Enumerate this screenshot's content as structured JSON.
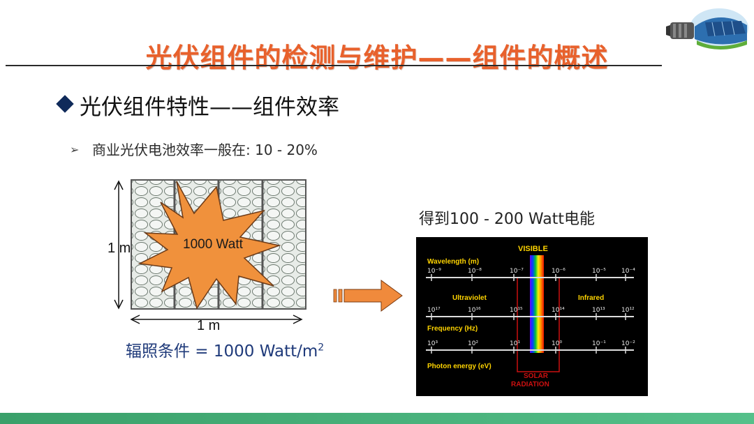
{
  "title": "光伏组件的检测与维护——组件的概述",
  "section_heading": "光伏组件特性——组件效率",
  "bullet_text": "商业光伏电池效率一般在: 10 - 20%",
  "panel": {
    "height_label": "1 m",
    "width_label": "1 m",
    "burst_label": "1000 Watt"
  },
  "irradiance": {
    "label": "辐照条件 = 1000 Watt/m",
    "superscript": "2"
  },
  "output_caption": "得到100 - 200 Watt电能",
  "spectrum": {
    "visible_label": "VISIBLE",
    "wavelength_label": "Wavelength (m)",
    "wavelength_ticks": [
      "10⁻⁹",
      "10⁻⁸",
      "10⁻⁷",
      "10⁻⁶",
      "10⁻⁵",
      "10⁻⁴"
    ],
    "ultraviolet_label": "Ultraviolet",
    "infrared_label": "Infrared",
    "frequency_label": "Frequency (Hz)",
    "frequency_ticks": [
      "10¹⁷",
      "10¹⁶",
      "10¹⁵",
      "10¹⁴",
      "10¹³",
      "10¹²"
    ],
    "photon_label": "Photon energy (eV)",
    "photon_ticks": [
      "10³",
      "10²",
      "10¹",
      "10⁰",
      "10⁻¹",
      "10⁻²"
    ],
    "solar_label_1": "SOLAR",
    "solar_label_2": "RADIATION"
  },
  "colors": {
    "title": "#e8612c",
    "arrow": "#f08a3c",
    "burst": "#f0913c",
    "footer": "#3aa06a",
    "heading_diamond": "#0f2a5a",
    "irradiance_text": "#1f3a7a"
  },
  "icons": [
    "lightbulb-solar-logo-icon",
    "diamond-bullet-icon",
    "arrow-bullet-icon",
    "right-arrow-icon"
  ]
}
